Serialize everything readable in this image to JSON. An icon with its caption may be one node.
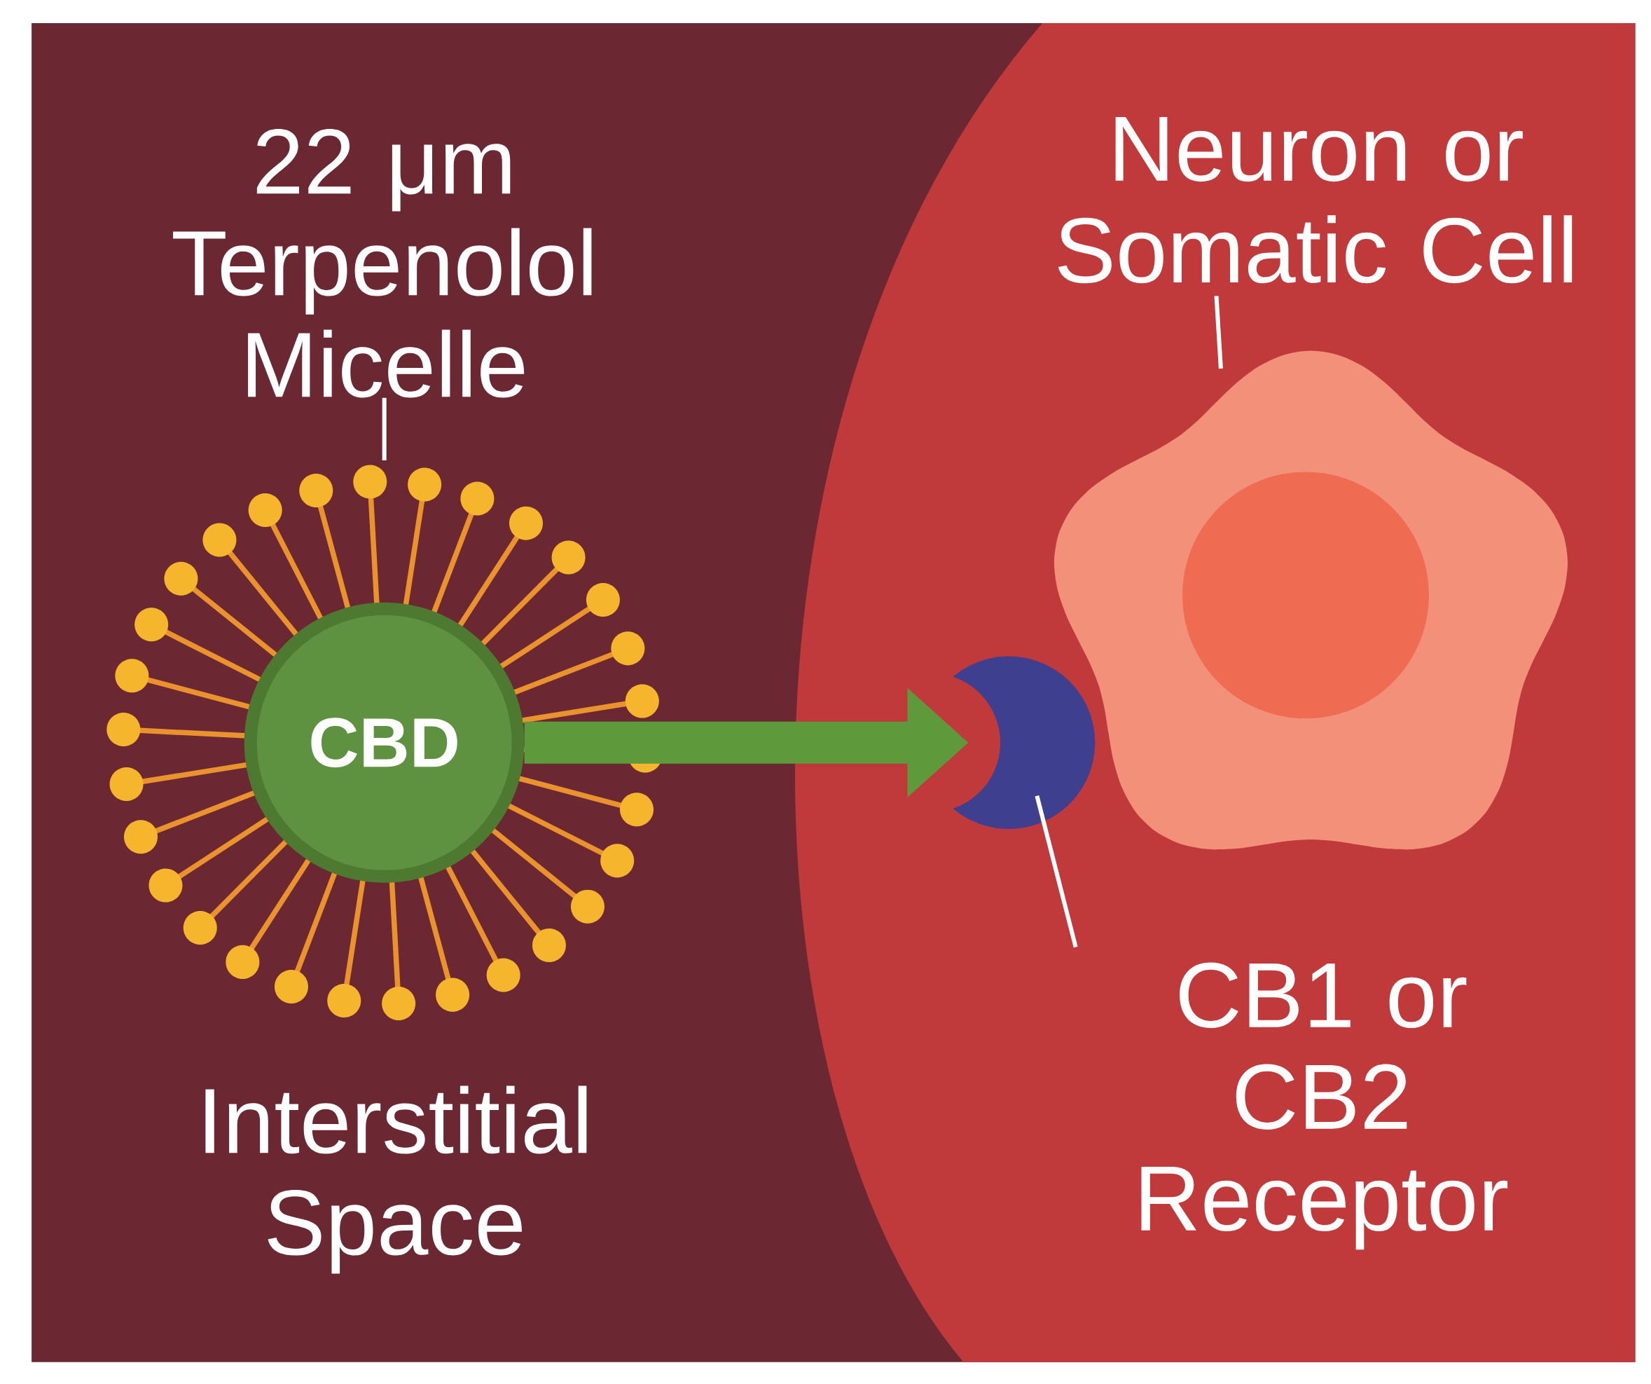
{
  "diagram": {
    "nodes": [
      {
        "text": [
          "22 μm Terpenolol Micelle"
        ]
      },
      {
        "text": [
          "CBD"
        ]
      },
      {
        "text": [],
        "shape": "picture"
      },
      {
        "text": [],
        "shape": "picture"
      },
      {
        "text": [
          "Neuron or Somatic Cell"
        ]
      },
      {
        "text": [
          "CB1 or CB2 Receptor"
        ]
      }
    ],
    "edges": [
      {
        "from": 0,
        "to": 1,
        "arrow": "none"
      },
      {
        "from": 1,
        "to": 2,
        "arrow": "to",
        "style": "thick",
        "color": "#5e9a3c"
      },
      {
        "from": 4,
        "to": 3,
        "arrow": "none"
      },
      {
        "from": 5,
        "to": 2,
        "arrow": "none"
      }
    ],
    "labels": [
      "Interstitial Space"
    ]
  }
}
